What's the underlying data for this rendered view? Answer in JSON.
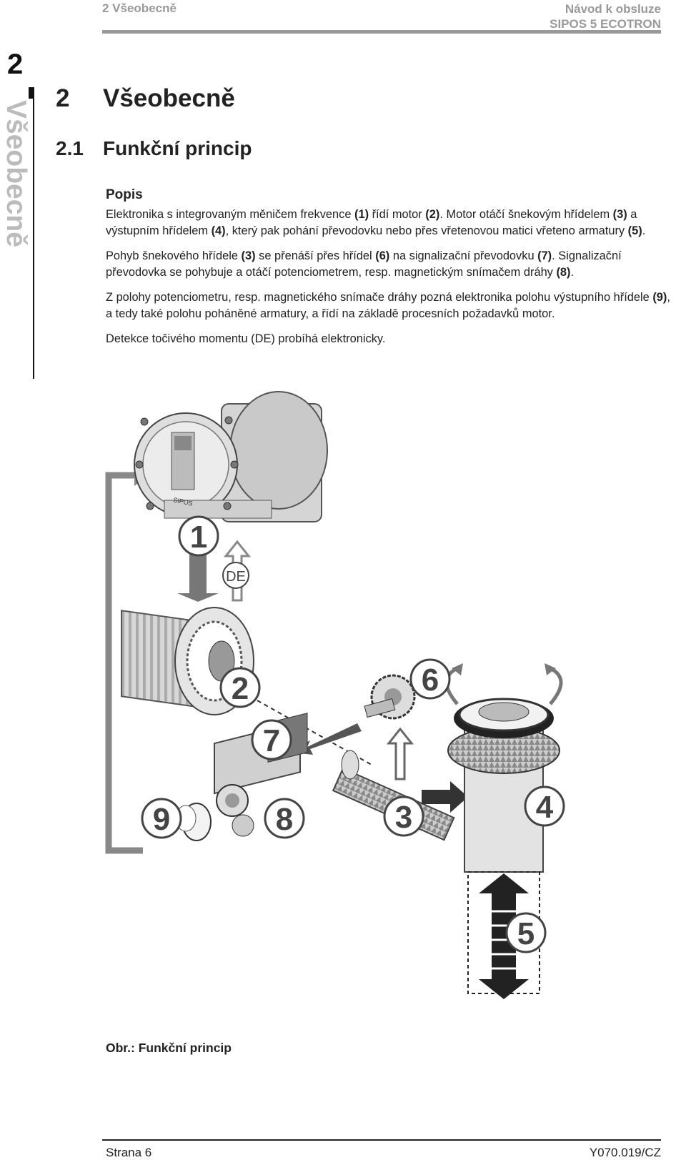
{
  "header": {
    "section": "2 Všeobecně",
    "doc_title": "Návod k obsluze",
    "product": "SIPOS 5 ECOTRON"
  },
  "side_tab": {
    "number": "2",
    "label": "Všeobecně"
  },
  "chapter": {
    "number": "2",
    "title": "Všeobecně"
  },
  "section": {
    "number": "2.1",
    "title": "Funkční princip"
  },
  "subheading": "Popis",
  "paragraphs": [
    [
      {
        "t": "Elektronika s integrovaným měničem frekvence "
      },
      {
        "b": "(1)"
      },
      {
        "t": " řídí motor "
      },
      {
        "b": "(2)"
      },
      {
        "t": ". Motor otáčí šnekovým hřídelem "
      },
      {
        "b": "(3)"
      },
      {
        "t": " a výstupním hřídelem "
      },
      {
        "b": "(4)"
      },
      {
        "t": ", který pak pohání převodovku nebo přes vřetenovou matici vřeteno armatury "
      },
      {
        "b": "(5)"
      },
      {
        "t": "."
      }
    ],
    [
      {
        "t": "Pohyb šnekového hřídele "
      },
      {
        "b": "(3)"
      },
      {
        "t": " se přenáší přes hřídel "
      },
      {
        "b": "(6)"
      },
      {
        "t": " na signalizační převodovku "
      },
      {
        "b": "(7)"
      },
      {
        "t": ". Signalizační převodovka se pohybuje a otáčí potenciometrem, resp. magnetickým snímačem dráhy "
      },
      {
        "b": "(8)"
      },
      {
        "t": "."
      }
    ],
    [
      {
        "t": "Z polohy potenciometru, resp. magnetického snímače dráhy pozná elektronika polohu výstupního hřídele "
      },
      {
        "b": "(9)"
      },
      {
        "t": ", a tedy také polohu poháněné armatury, a řídí na základě procesních požadavků motor."
      }
    ],
    [
      {
        "t": "Detekce točivého momentu (DE) probíhá elektronicky."
      }
    ]
  ],
  "figure": {
    "labels": [
      "1",
      "2",
      "3",
      "4",
      "5",
      "6",
      "7",
      "8",
      "9"
    ],
    "de_label": "DE",
    "brand": "SIPOS"
  },
  "caption": "Obr.: Funkční princip",
  "footer": {
    "page": "Strana 6",
    "code": "Y070.019/CZ"
  },
  "colors": {
    "header_gray": "#999999",
    "side_text": "#bbbbbb",
    "text": "#222222"
  }
}
